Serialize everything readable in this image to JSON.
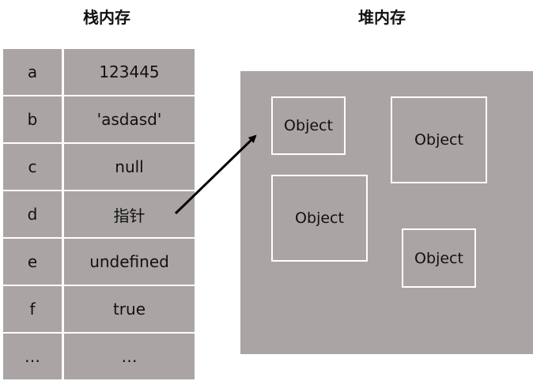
{
  "stack": {
    "title": "栈内存",
    "rows": [
      {
        "name": "a",
        "value": "123445"
      },
      {
        "name": "b",
        "value": "'asdasd'"
      },
      {
        "name": "c",
        "value": "null"
      },
      {
        "name": "d",
        "value": "指针"
      },
      {
        "name": "e",
        "value": "undefined"
      },
      {
        "name": "f",
        "value": "true"
      },
      {
        "name": "…",
        "value": "…"
      }
    ]
  },
  "heap": {
    "title": "堆内存",
    "objects": [
      "Object",
      "Object",
      "Object",
      "Object"
    ]
  },
  "colors": {
    "cell_bg": "#aaa5a4",
    "border": "#ffffff",
    "arrow": "#000000"
  }
}
